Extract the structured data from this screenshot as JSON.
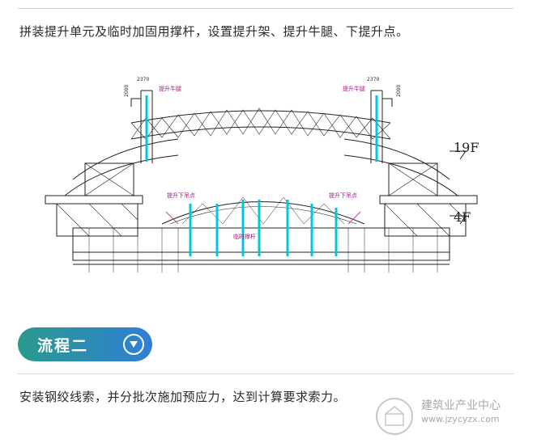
{
  "step1": {
    "text": "拼装提升单元及临时加固用撑杆，设置提升架、提升牛腿、下提升点。"
  },
  "drawing": {
    "left_dim_a": "2370",
    "left_dim_b": "2000",
    "right_dim_a": "2370",
    "right_dim_b": "2000",
    "left_upper_label": "提升牛腿",
    "right_upper_label": "提升牛腿",
    "left_lower_label": "提升下吊点",
    "right_lower_label": "提升下吊点",
    "center_label": "临时撑杆",
    "level_19f": "19F",
    "level_4f": "4F"
  },
  "step2_badge": {
    "label": "流程二",
    "icon": "chevron-down-circle-icon"
  },
  "step2": {
    "text": "安装钢绞线索，并分批次施加预应力，达到计算要求索力。"
  },
  "watermark": {
    "name": "建筑业产业中心",
    "url": "www.jzycyzx.com"
  },
  "colors": {
    "badge_start": "#2a9a8c",
    "badge_end": "#2f7fd6",
    "cyan": "#00c8d8"
  }
}
